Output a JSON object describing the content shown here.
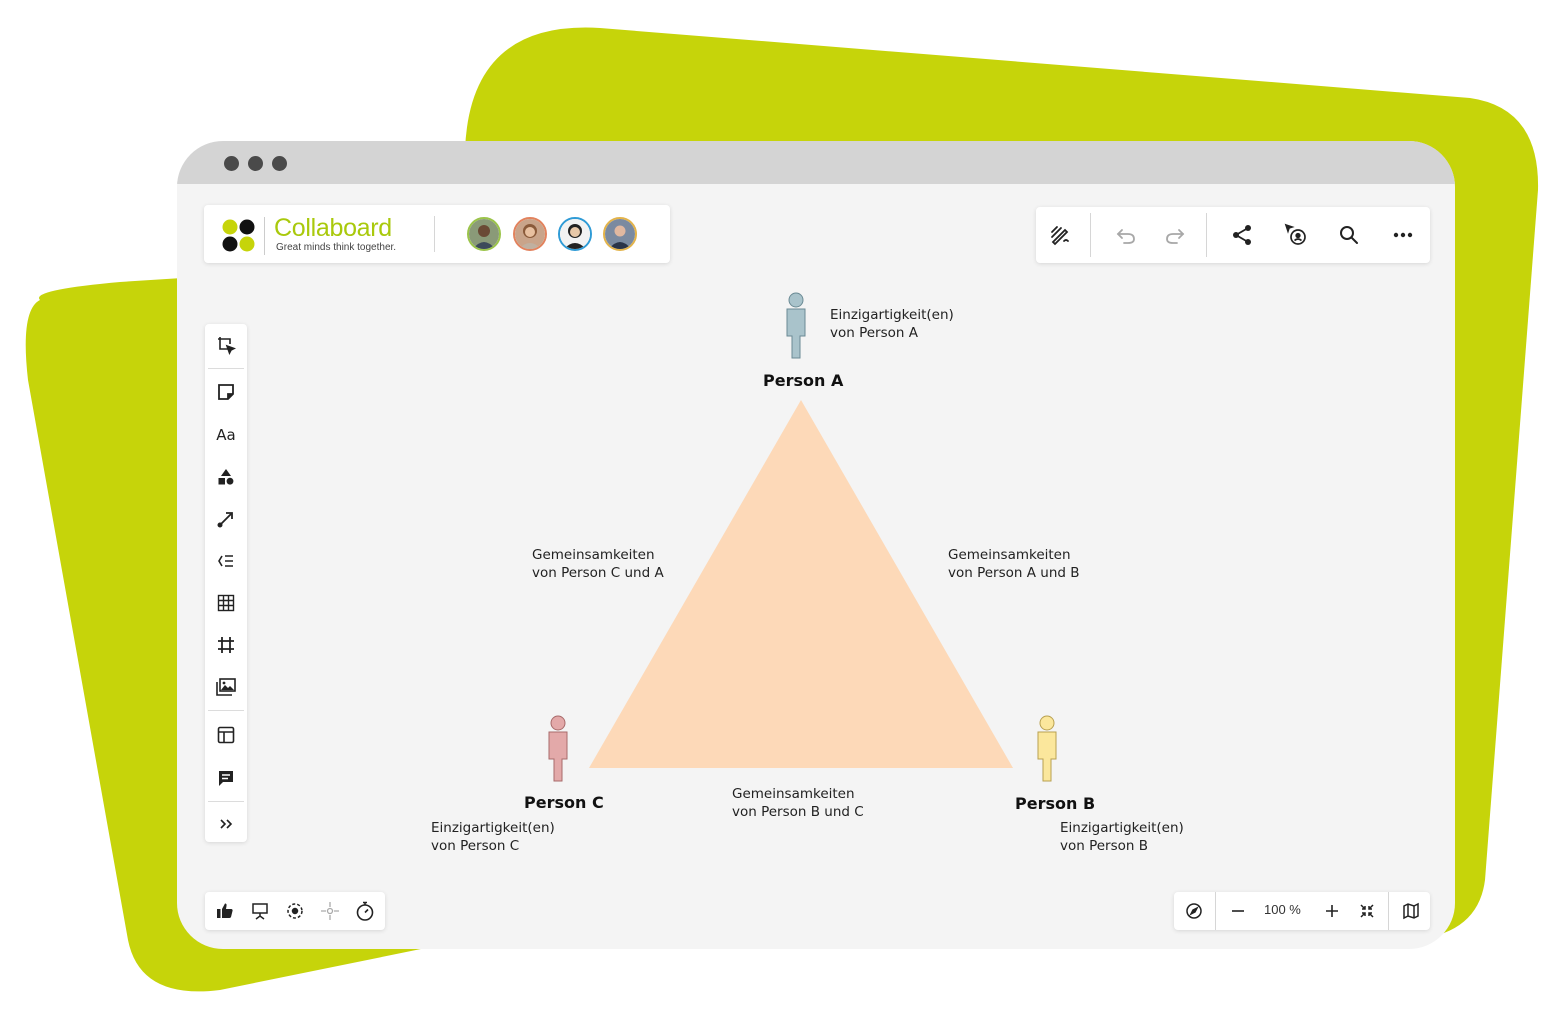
{
  "app": {
    "name": "Collaboard",
    "tagline": "Great minds think together."
  },
  "colors": {
    "accent": "#c6d40a",
    "triangle": "#fdd9b8",
    "person_a": "#a9c3cb",
    "person_b": "#fbe79c",
    "person_c": "#e3a9a9"
  },
  "avatars": [
    {
      "name": "avatar-1",
      "ring": "#9bc44a"
    },
    {
      "name": "avatar-2",
      "ring": "#e2825d"
    },
    {
      "name": "avatar-3",
      "ring": "#2f9bd6"
    },
    {
      "name": "avatar-4",
      "ring": "#e3b34a"
    }
  ],
  "toolbar": {
    "icons": [
      "pen-settings-icon",
      "undo-icon",
      "redo-icon",
      "share-icon",
      "timer-follow-icon",
      "search-icon",
      "more-icon"
    ]
  },
  "sidebar": {
    "icons": [
      "select-icon",
      "sticky-note-icon",
      "text-icon",
      "shapes-icon",
      "connector-icon",
      "list-icon",
      "table-icon",
      "frame-icon",
      "media-icon",
      "template-icon",
      "comment-icon",
      "expand-icon"
    ],
    "text_tool_label": "Aa"
  },
  "bottom_left": {
    "icons": [
      "like-icon",
      "presentation-icon",
      "focus-icon",
      "move-icon",
      "stopwatch-icon"
    ]
  },
  "bottom_right": {
    "zoom": "100 %",
    "icons": [
      "navigator-icon",
      "zoom-out-icon",
      "zoom-in-icon",
      "fit-icon",
      "map-icon"
    ]
  },
  "canvas": {
    "person_a": {
      "name": "Person A",
      "note_line1": "Einzigartigkeit(en)",
      "note_line2": "von Person A"
    },
    "person_b": {
      "name": "Person B",
      "note_line1": "Einzigartigkeit(en)",
      "note_line2": "von Person B"
    },
    "person_c": {
      "name": "Person C",
      "note_line1": "Einzigartigkeit(en)",
      "note_line2": "von Person C"
    },
    "common_ca": {
      "line1": "Gemeinsamkeiten",
      "line2": "von Person C und A"
    },
    "common_ab": {
      "line1": "Gemeinsamkeiten",
      "line2": "von Person A und B"
    },
    "common_bc": {
      "line1": "Gemeinsamkeiten",
      "line2": "von Person B und C"
    }
  }
}
